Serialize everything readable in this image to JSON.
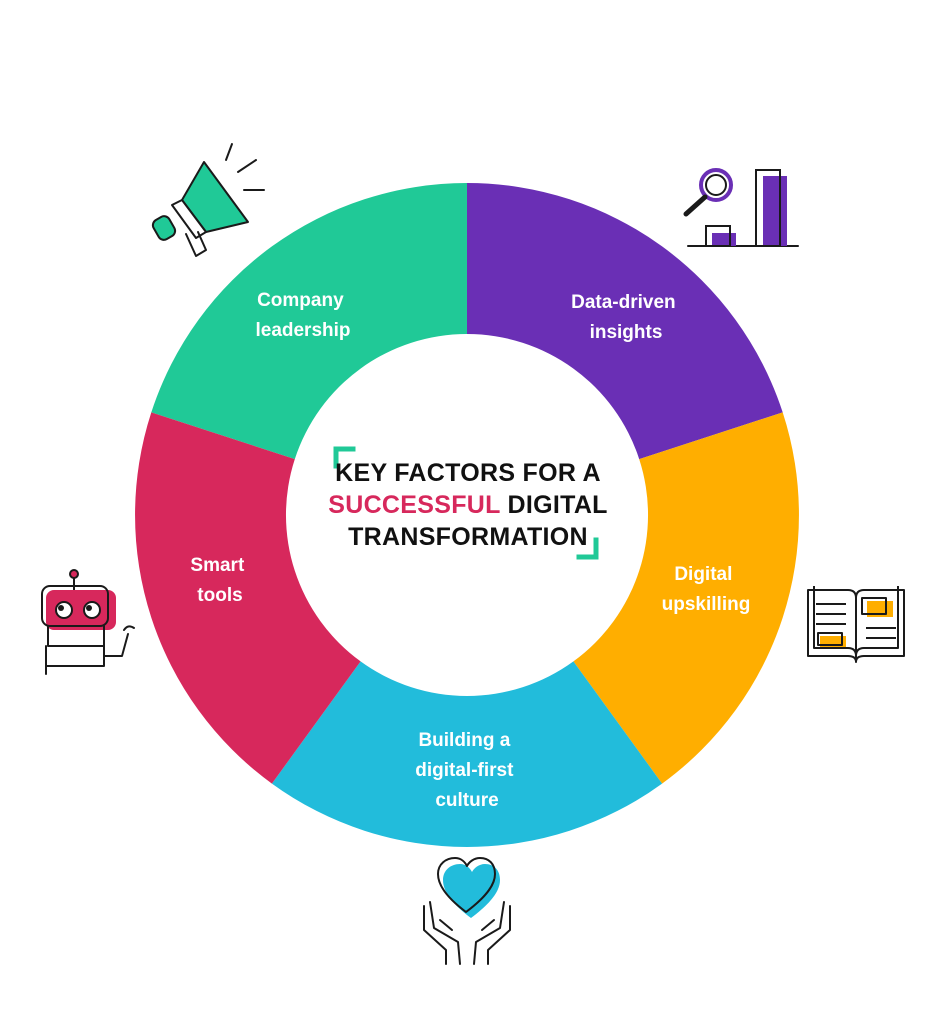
{
  "title": {
    "line1": "KEY FACTORS FOR A",
    "line2_highlight": "SUCCESSFUL",
    "line2_rest": " DIGITAL",
    "line3": "TRANSFORMATION"
  },
  "colors": {
    "leadership": "#20c997",
    "insights": "#6a2fb5",
    "upskilling": "#ffae00",
    "culture": "#22bcdb",
    "tools": "#d7285c",
    "highlight": "#d7285c",
    "bracket": "#20c997",
    "ink": "#111111"
  },
  "segments": [
    {
      "id": "leadership",
      "lines": [
        "Company",
        "leadership"
      ],
      "icon": "megaphone-icon"
    },
    {
      "id": "insights",
      "lines": [
        "Data-driven",
        "insights"
      ],
      "icon": "analytics-icon"
    },
    {
      "id": "upskilling",
      "lines": [
        "Digital",
        "upskilling"
      ],
      "icon": "open-book-icon"
    },
    {
      "id": "culture",
      "lines": [
        "Building a",
        "digital-first",
        "culture"
      ],
      "icon": "heart-hands-icon"
    },
    {
      "id": "tools",
      "lines": [
        "Smart",
        "tools"
      ],
      "icon": "robot-icon"
    }
  ]
}
